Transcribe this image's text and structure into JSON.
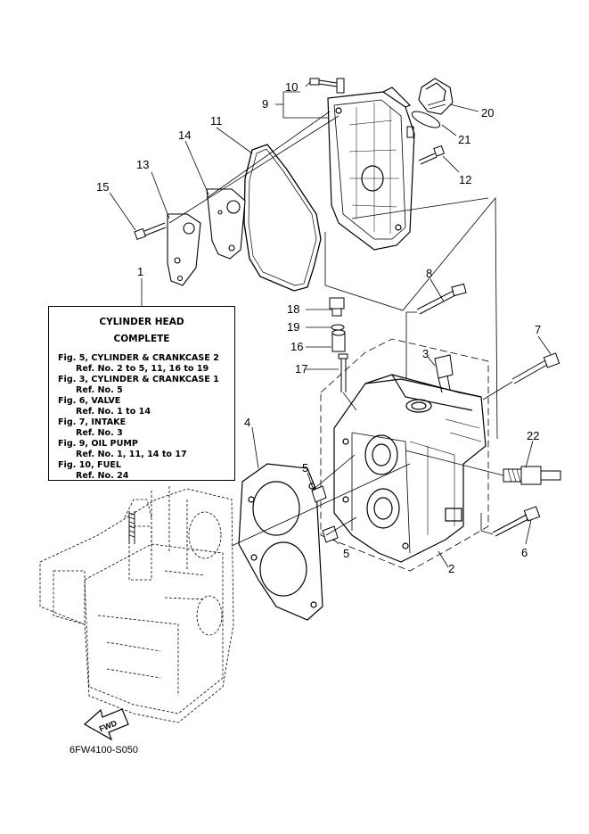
{
  "legend": {
    "number": "1",
    "title_line1": "CYLINDER HEAD",
    "title_line2": "COMPLETE",
    "lines": [
      {
        "text": "Fig. 5, CYLINDER & CRANKCASE 2",
        "type": "fig"
      },
      {
        "text": "Ref. No. 2 to 5, 11, 16 to 19",
        "type": "ref"
      },
      {
        "text": "Fig. 3, CYLINDER & CRANKCASE 1",
        "type": "fig"
      },
      {
        "text": "Ref. No. 5",
        "type": "ref"
      },
      {
        "text": "Fig. 6, VALVE",
        "type": "fig"
      },
      {
        "text": "Ref. No. 1 to 14",
        "type": "ref"
      },
      {
        "text": "Fig. 7, INTAKE",
        "type": "fig"
      },
      {
        "text": "Ref. No. 3",
        "type": "ref"
      },
      {
        "text": "Fig. 9, OIL PUMP",
        "type": "fig"
      },
      {
        "text": "Ref. No. 1, 11, 14 to 17",
        "type": "ref"
      },
      {
        "text": "Fig. 10, FUEL",
        "type": "fig"
      },
      {
        "text": "Ref. No. 24",
        "type": "ref"
      }
    ]
  },
  "callouts": {
    "c2": "2",
    "c3": "3",
    "c4": "4",
    "c5a": "5",
    "c5b": "5",
    "c6": "6",
    "c7": "7",
    "c8": "8",
    "c9": "9",
    "c10": "10",
    "c11": "11",
    "c12": "12",
    "c13": "13",
    "c14": "14",
    "c15": "15",
    "c16": "16",
    "c17": "17",
    "c18": "18",
    "c19": "19",
    "c20": "20",
    "c21": "21",
    "c22": "22"
  },
  "fwd_label": "FWD",
  "diagram_code": "6FW4100-S050"
}
